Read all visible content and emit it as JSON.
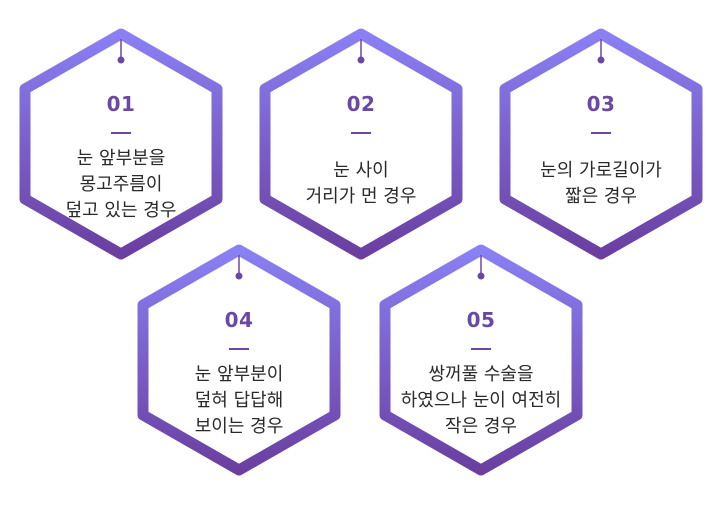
{
  "colors": {
    "gradient_top": "#8a80f4",
    "gradient_bottom": "#6a3fa0",
    "number": "#6a48a6",
    "text": "#2a2a2a",
    "background": "#ffffff"
  },
  "items": [
    {
      "number": "01",
      "lines": [
        "눈 앞부분을",
        "몽고주름이",
        "덮고 있는 경우"
      ]
    },
    {
      "number": "02",
      "lines": [
        "눈 사이",
        "거리가 먼 경우"
      ]
    },
    {
      "number": "03",
      "lines": [
        "눈의 가로길이가",
        "짧은 경우"
      ]
    },
    {
      "number": "04",
      "lines": [
        "눈 앞부분이",
        "덮혀 답답해",
        "보이는 경우"
      ]
    },
    {
      "number": "05",
      "lines": [
        "쌍꺼풀 수술을",
        "하였으나 눈이 여전히",
        "작은 경우"
      ]
    }
  ]
}
